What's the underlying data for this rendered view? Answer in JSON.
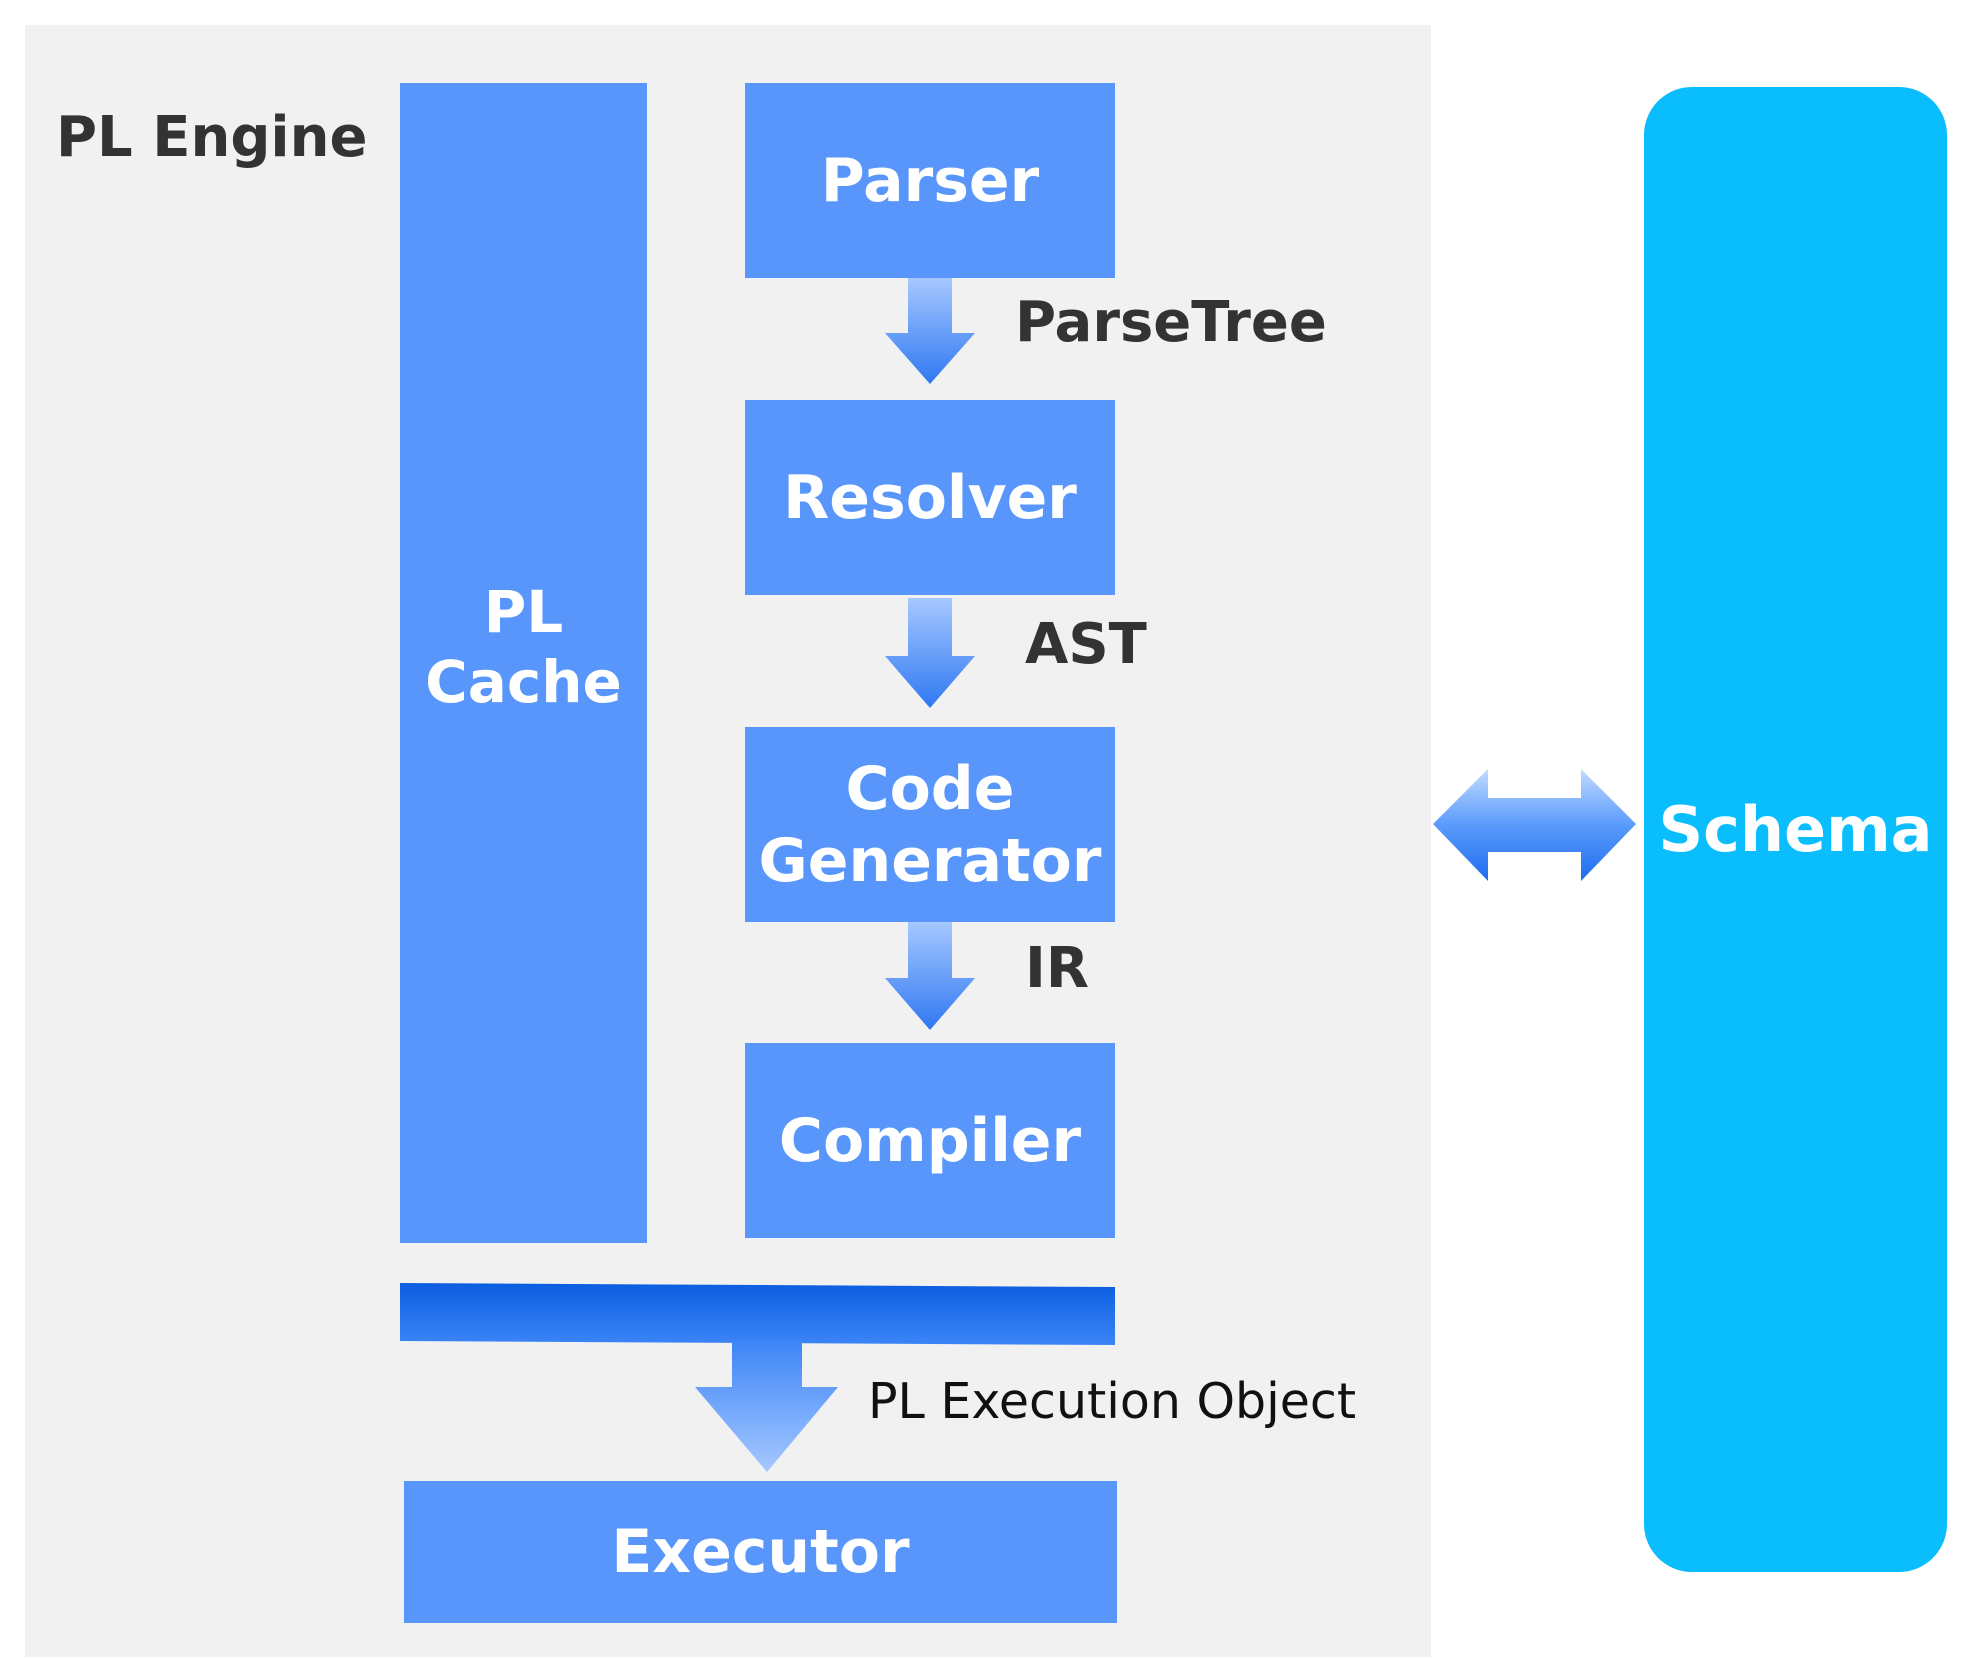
{
  "diagram": {
    "engine": {
      "title": "PL Engine",
      "cache_label": "PL\nCache"
    },
    "pipeline": {
      "parser": "Parser",
      "resolver": "Resolver",
      "code_generator": "Code\nGenerator",
      "compiler": "Compiler",
      "executor": "Executor"
    },
    "edges": {
      "parser_to_resolver": "ParseTree",
      "resolver_to_codegen": "AST",
      "codegen_to_compiler": "IR",
      "to_executor": "PL Execution Object"
    },
    "schema": {
      "label": "Schema"
    },
    "colors": {
      "panel": "#f1f1f1",
      "box": "#5896fb",
      "schema": "#0abdfd",
      "arrow_top": "#0b5de0",
      "arrow_bottom": "#a6c8ff"
    }
  }
}
